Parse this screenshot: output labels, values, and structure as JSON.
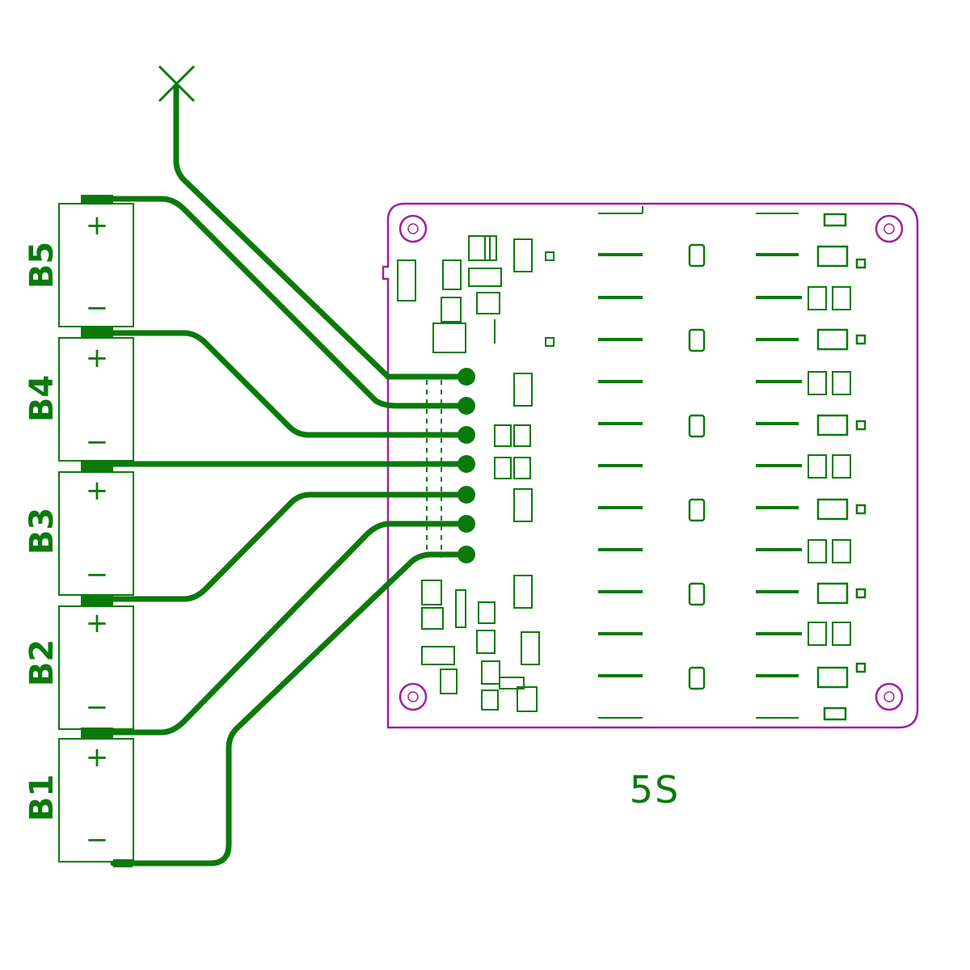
{
  "colors": {
    "trace": "#0b7a0b",
    "board_outline": "#a020a0",
    "background": "#ffffff"
  },
  "board": {
    "label": "5S"
  },
  "cells": [
    {
      "label": "B5",
      "positive": "+",
      "negative": "−"
    },
    {
      "label": "B4",
      "positive": "+",
      "negative": "−"
    },
    {
      "label": "B3",
      "positive": "+",
      "negative": "−"
    },
    {
      "label": "B2",
      "positive": "+",
      "negative": "−"
    },
    {
      "label": "B1",
      "positive": "+",
      "negative": "−"
    }
  ]
}
